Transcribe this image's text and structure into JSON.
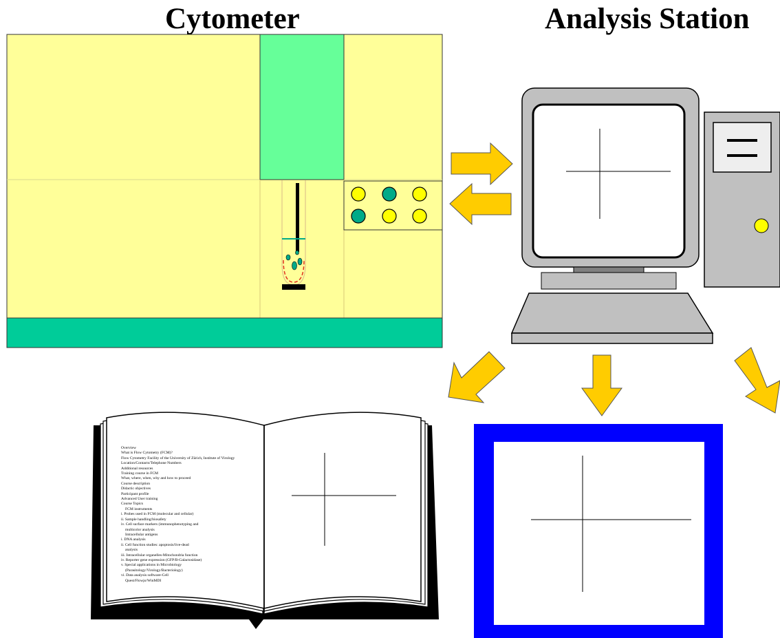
{
  "labels": {
    "cytometer": "Cytometer",
    "analysis_station": "Analysis Station"
  },
  "colors": {
    "cytometer_body": "#ffff99",
    "cytometer_panel": "#66ff99",
    "cytometer_base": "#00cc99",
    "indicator_yellow": "#ffff00",
    "indicator_green": "#00aa88",
    "arrow": "#ffcc00",
    "monitor_gray": "#c0c0c0",
    "print_frame": "#0000ff"
  },
  "indicator_lights": [
    "yellow",
    "green",
    "yellow",
    "green",
    "yellow",
    "yellow"
  ],
  "book_contents": [
    {
      "text": "Overview",
      "indent": false
    },
    {
      "text": "What is Flow Cytometry (FCM)?",
      "indent": false
    },
    {
      "text": "Flow Cytometry Facility of the University of Zürich, Institute of Virology",
      "indent": false
    },
    {
      "text": "Location/Contacts/Telephone Numbers",
      "indent": false
    },
    {
      "text": "Additional resources",
      "indent": false
    },
    {
      "text": "Training course in FCM",
      "indent": false
    },
    {
      "text": "What, where, when, why and how to proceed",
      "indent": false
    },
    {
      "text": "Course description",
      "indent": false
    },
    {
      "text": "Didactic objectives",
      "indent": false
    },
    {
      "text": "Participant profile",
      "indent": false
    },
    {
      "text": "Advanced User training",
      "indent": false
    },
    {
      "text": "Course Topics",
      "indent": false
    },
    {
      "text": "FCM instruments",
      "indent": true
    },
    {
      "text": "i. Probes used in FCM (molecular and cellular)",
      "indent": false
    },
    {
      "text": "ii. Sample handling/biosafety",
      "indent": false
    },
    {
      "text": "iv. Cell surface markers (immunophenotyping and",
      "indent": false
    },
    {
      "text": "multicolor analysis",
      "indent": true
    },
    {
      "text": "Intracellular antigens",
      "indent": true
    },
    {
      "text": "i. DNA analysis",
      "indent": false
    },
    {
      "text": "ii. Cell function studies: apoptosis/live-dead",
      "indent": false
    },
    {
      "text": "analysis",
      "indent": true
    },
    {
      "text": "iii. Intracellular organelles-Mitochondria function",
      "indent": false
    },
    {
      "text": "iv. Reporter gene expression (GFP/B-Galactosidase)",
      "indent": false
    },
    {
      "text": "v. Special applications in Microbiology",
      "indent": false
    },
    {
      "text": "(Parasitology/Virology/Bacteriology)",
      "indent": true
    },
    {
      "text": "vi. Data analysis software-Cell",
      "indent": false
    },
    {
      "text": "Quest/Flowjo/WinMDI",
      "indent": true
    }
  ]
}
